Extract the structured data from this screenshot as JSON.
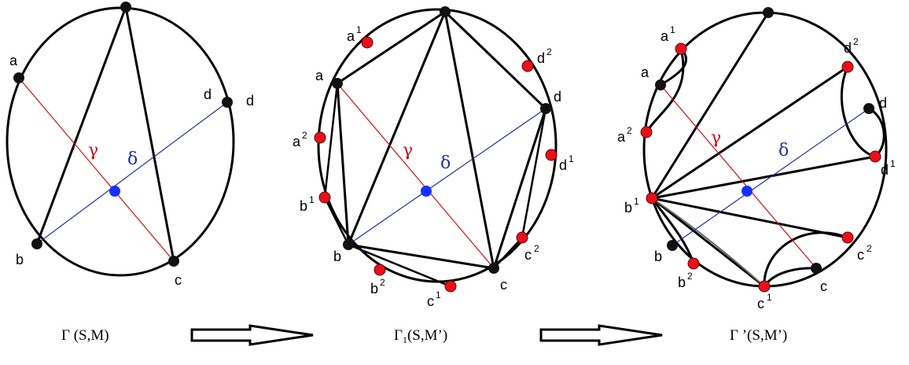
{
  "colors": {
    "black_point": "#111111",
    "red_point": "#e8101a",
    "blue_point": "#1530ff",
    "gamma_line": "#cc1111",
    "delta_line": "#223399"
  },
  "panel1": {
    "labels": {
      "a": "a",
      "b": "b",
      "c": "c",
      "d1": "d",
      "d2": "d"
    },
    "gamma": "γ",
    "delta": "δ",
    "caption": "Γ (S,M)"
  },
  "panel2": {
    "labels": {
      "a": "a",
      "b": "b",
      "c": "c",
      "d": "d",
      "a1": "a",
      "a1_sup": "1",
      "a2": "a",
      "a2_sup": "2",
      "b1": "b",
      "b1_sup": "1",
      "b2": "b",
      "b2_sup": "2",
      "c1": "c",
      "c1_sup": "1",
      "c2": "c",
      "c2_sup": "2",
      "d1": "d",
      "d1_sup": "1",
      "d2": "d",
      "d2_sup": "2"
    },
    "gamma": "γ",
    "delta": "δ",
    "caption_main": "Γ",
    "caption_sub": "1",
    "caption_rest": "(S,M’)"
  },
  "panel3": {
    "labels": {
      "a": "a",
      "b": "b",
      "c": "c",
      "d": "d",
      "a1": "a",
      "a1_sup": "1",
      "a2": "a",
      "a2_sup": "2",
      "b1": "b",
      "b1_sup": "1",
      "b2": "b",
      "b2_sup": "2",
      "c1": "c",
      "c1_sup": "1",
      "c2": "c",
      "c2_sup": "2",
      "d1": "d",
      "d1_sup": "1",
      "d2": "d",
      "d2_sup": "2"
    },
    "gamma": "γ",
    "delta": "δ",
    "caption": "Γ ’(S,M’)"
  }
}
